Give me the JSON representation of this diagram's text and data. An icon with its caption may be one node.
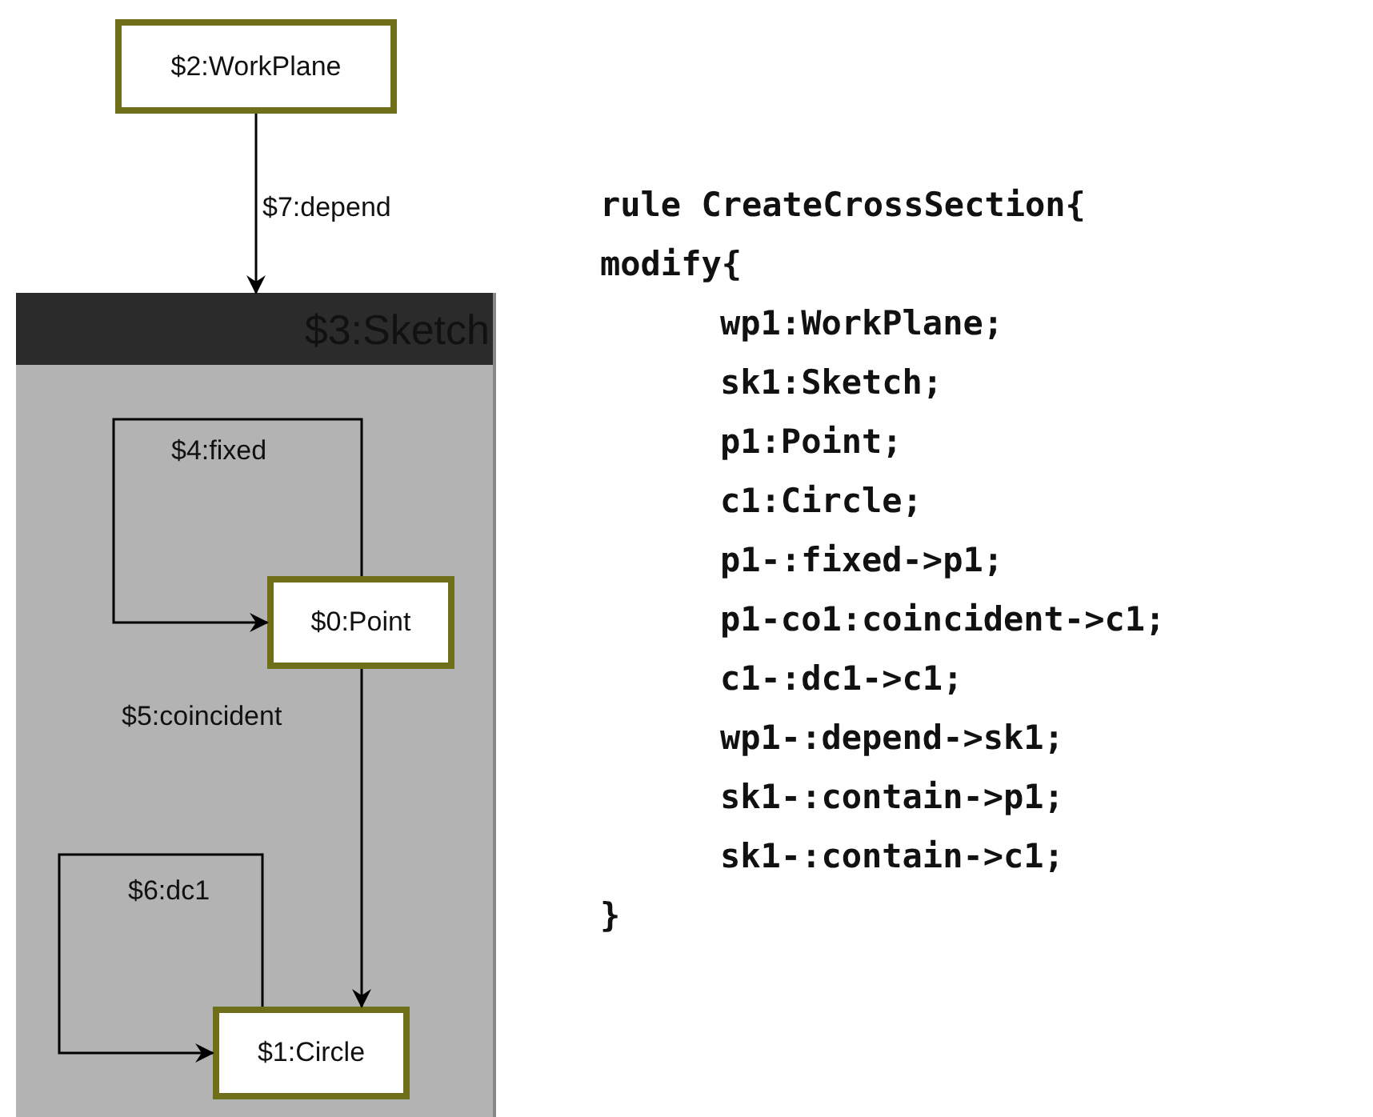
{
  "diagram": {
    "nodes": [
      {
        "text": [
          "$2:WorkPlane"
        ]
      },
      {
        "text": [
          "$3:Sketch"
        ]
      },
      {
        "text": [
          "$0:Point"
        ],
        "in": 1
      },
      {
        "text": [
          "$1:Circle"
        ],
        "in": 1
      }
    ],
    "edges": [
      {
        "from": 0,
        "to": 1,
        "arrow": "to",
        "label": "$7:depend"
      },
      {
        "from": 2,
        "to": 2,
        "arrow": "to",
        "label": "$4:fixed"
      },
      {
        "from": 2,
        "to": 3,
        "arrow": "to",
        "label": "$5:coincident"
      },
      {
        "from": 3,
        "to": 3,
        "arrow": "to",
        "label": "$6:dc1"
      }
    ],
    "labels": [
      "rule CreateCrossSection{",
      "modify{",
      "wp1:WorkPlane;",
      "sk1:Sketch;",
      "p1:Point;",
      "c1:Circle;",
      "p1-:fixed->p1;",
      "p1-co1:coincident->c1;",
      "c1-:dc1->c1;",
      "wp1-:depend->sk1;",
      "sk1-:contain->p1;",
      "sk1-:contain->c1;",
      "}"
    ]
  }
}
